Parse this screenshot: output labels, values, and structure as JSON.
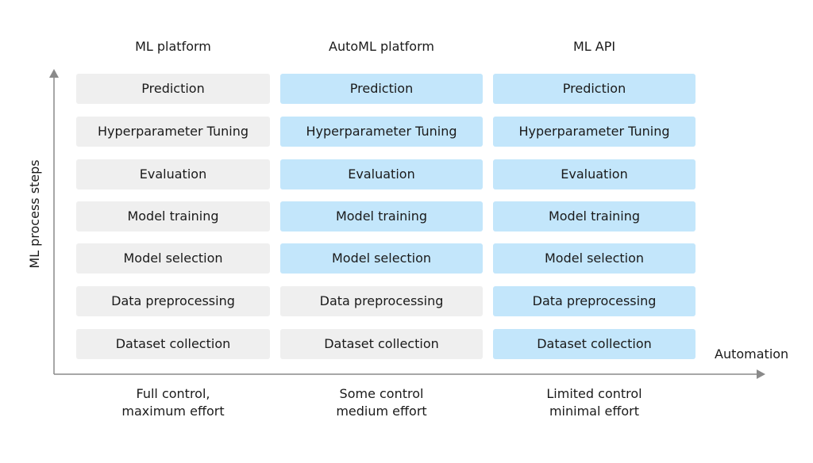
{
  "columns": [
    {
      "title": "ML platform",
      "footer": [
        "Full control,",
        "maximum effort"
      ],
      "steps": [
        "Prediction",
        "Hyperparameter Tuning",
        "Evaluation",
        "Model training",
        "Model selection",
        "Data preprocessing",
        "Dataset collection"
      ],
      "automated": [
        false,
        false,
        false,
        false,
        false,
        false,
        false
      ]
    },
    {
      "title": "AutoML platform",
      "footer": [
        "Some control",
        "medium effort"
      ],
      "steps": [
        "Prediction",
        "Hyperparameter Tuning",
        "Evaluation",
        "Model training",
        "Model selection",
        "Data preprocessing",
        "Dataset collection"
      ],
      "automated": [
        true,
        true,
        true,
        true,
        true,
        false,
        false
      ]
    },
    {
      "title": "ML API",
      "footer": [
        "Limited control",
        "minimal effort"
      ],
      "steps": [
        "Prediction",
        "Hyperparameter Tuning",
        "Evaluation",
        "Model training",
        "Model selection",
        "Data preprocessing",
        "Dataset collection"
      ],
      "automated": [
        true,
        true,
        true,
        true,
        true,
        true,
        true
      ]
    }
  ],
  "axes": {
    "y_label": "ML process steps",
    "x_label": "Automation"
  },
  "colors": {
    "manual": "#efefef",
    "automated": "#c3e6fb",
    "axis": "#8a8a8a"
  }
}
